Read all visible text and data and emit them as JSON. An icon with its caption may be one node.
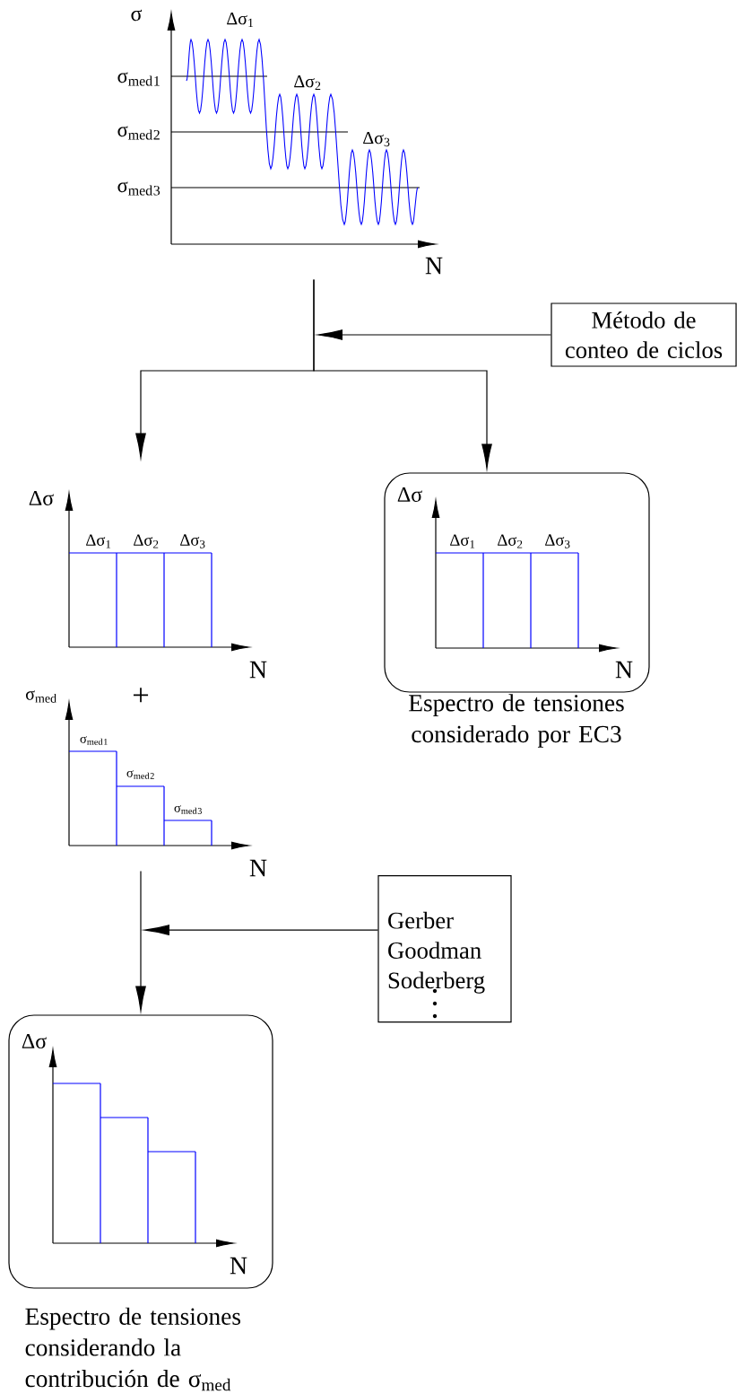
{
  "diagram": {
    "nodes": [
      {
        "text": [],
        "shape": "picture"
      },
      {
        "text": [
          "Método de conteo de ciclos"
        ]
      },
      {
        "text": [],
        "shape": "picture"
      },
      {
        "text": [],
        "shape": "picture"
      },
      {
        "text": [],
        "shape": "box",
        "beside": [
          "Espectro de tensiones considerado por EC3"
        ]
      },
      {
        "text": [
          "Gerber",
          "Goodman",
          "Soderberg"
        ]
      },
      {
        "text": [],
        "shape": "box",
        "beside": [
          "Espectro de tensiones considerando la contribución de σ$_{med}$"
        ]
      }
    ],
    "edges": [
      {
        "from": 0,
        "to": 2,
        "arrow": "to"
      },
      {
        "from": 0,
        "to": 4,
        "arrow": "to"
      },
      {
        "from": 1,
        "to": null,
        "arrow": "to"
      },
      {
        "from": 3,
        "to": 6,
        "arrow": "to"
      },
      {
        "from": 5,
        "to": null,
        "arrow": "to"
      }
    ],
    "labels": [
      "σ",
      "Δσ$_{1}$",
      "σ$_{med}$$_{1}$",
      "Δσ$_{2}$",
      "σ$_{med}$$_{2}$",
      "Δσ$_{3}$",
      "σ$_{med}$$_{3}$",
      "N",
      "Δσ",
      "Δσ$_{1}$",
      "Δσ$_{2}$",
      "Δσ$_{3}$",
      "N",
      "Δσ",
      "Δσ$_{1}$",
      "Δσ$_{2}$",
      "Δσ$_{3}$",
      "N",
      "σ$_{med}$",
      "+",
      "σ$_{med}$$_{1}$",
      "σ$_{med}$$_{2}$",
      "σ$_{med}$$_{3}$",
      "N",
      "Δσ",
      "N"
    ]
  }
}
